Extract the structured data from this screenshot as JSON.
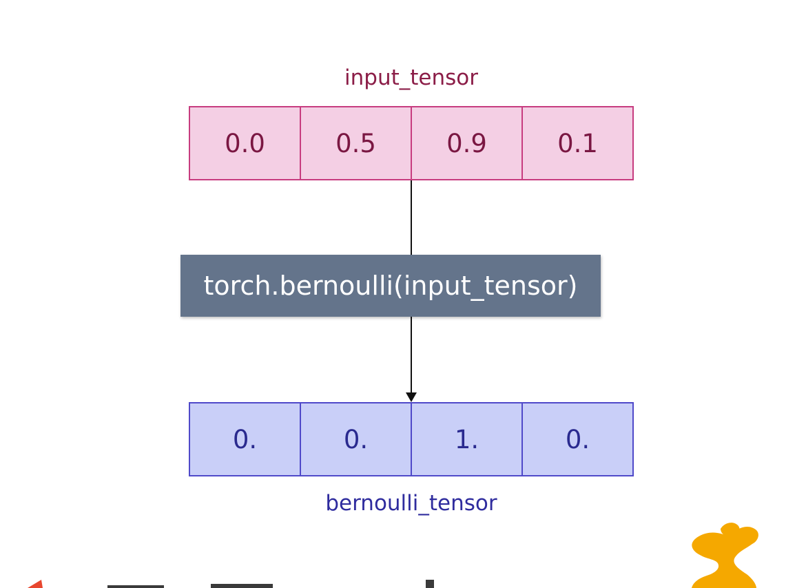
{
  "input": {
    "name": "input_tensor",
    "values": [
      "0.0",
      "0.5",
      "0.9",
      "0.1"
    ]
  },
  "function": {
    "call": "torch.bernoulli(input_tensor)"
  },
  "output": {
    "name": "bernoulli_tensor",
    "values": [
      "0.",
      "0.",
      "1.",
      "0."
    ]
  },
  "colors": {
    "input_fill": "#f4cfe4",
    "input_border": "#c73c7f",
    "input_text": "#7a1742",
    "output_fill": "#c9cff8",
    "output_border": "#4f49c9",
    "output_text": "#2a2a8f",
    "function_fill": "#64748b",
    "logo_orange": "#f5a800"
  }
}
